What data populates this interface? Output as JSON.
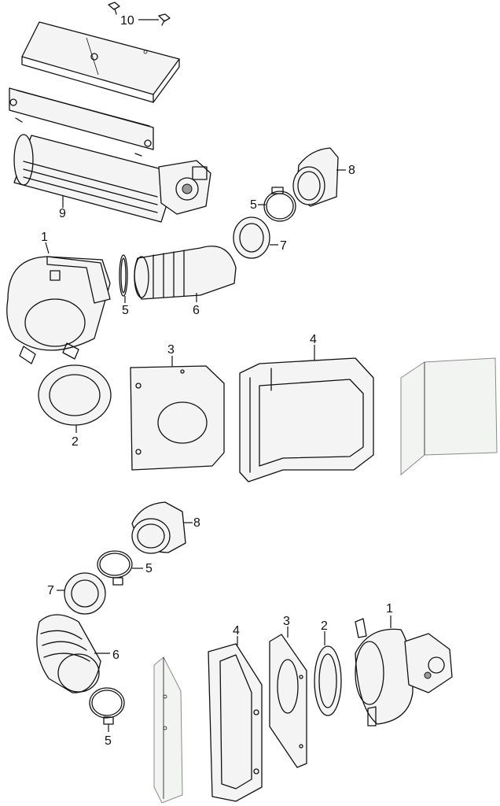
{
  "callouts": {
    "top": {
      "c10": "10",
      "c9": "9",
      "c8": "8",
      "c5a": "5",
      "c7": "7",
      "c1": "1",
      "c5b": "5",
      "c6": "6",
      "c3": "3",
      "c4": "4",
      "c2": "2"
    },
    "bottom": {
      "c8": "8",
      "c5a": "5",
      "c7": "7",
      "c6": "6",
      "c5b": "5",
      "c4": "4",
      "c3": "3",
      "c2": "2",
      "c1": "1"
    }
  },
  "colors": {
    "line": "#111111",
    "fill": "#f4f4f4",
    "glass": "#f2f4f2"
  }
}
